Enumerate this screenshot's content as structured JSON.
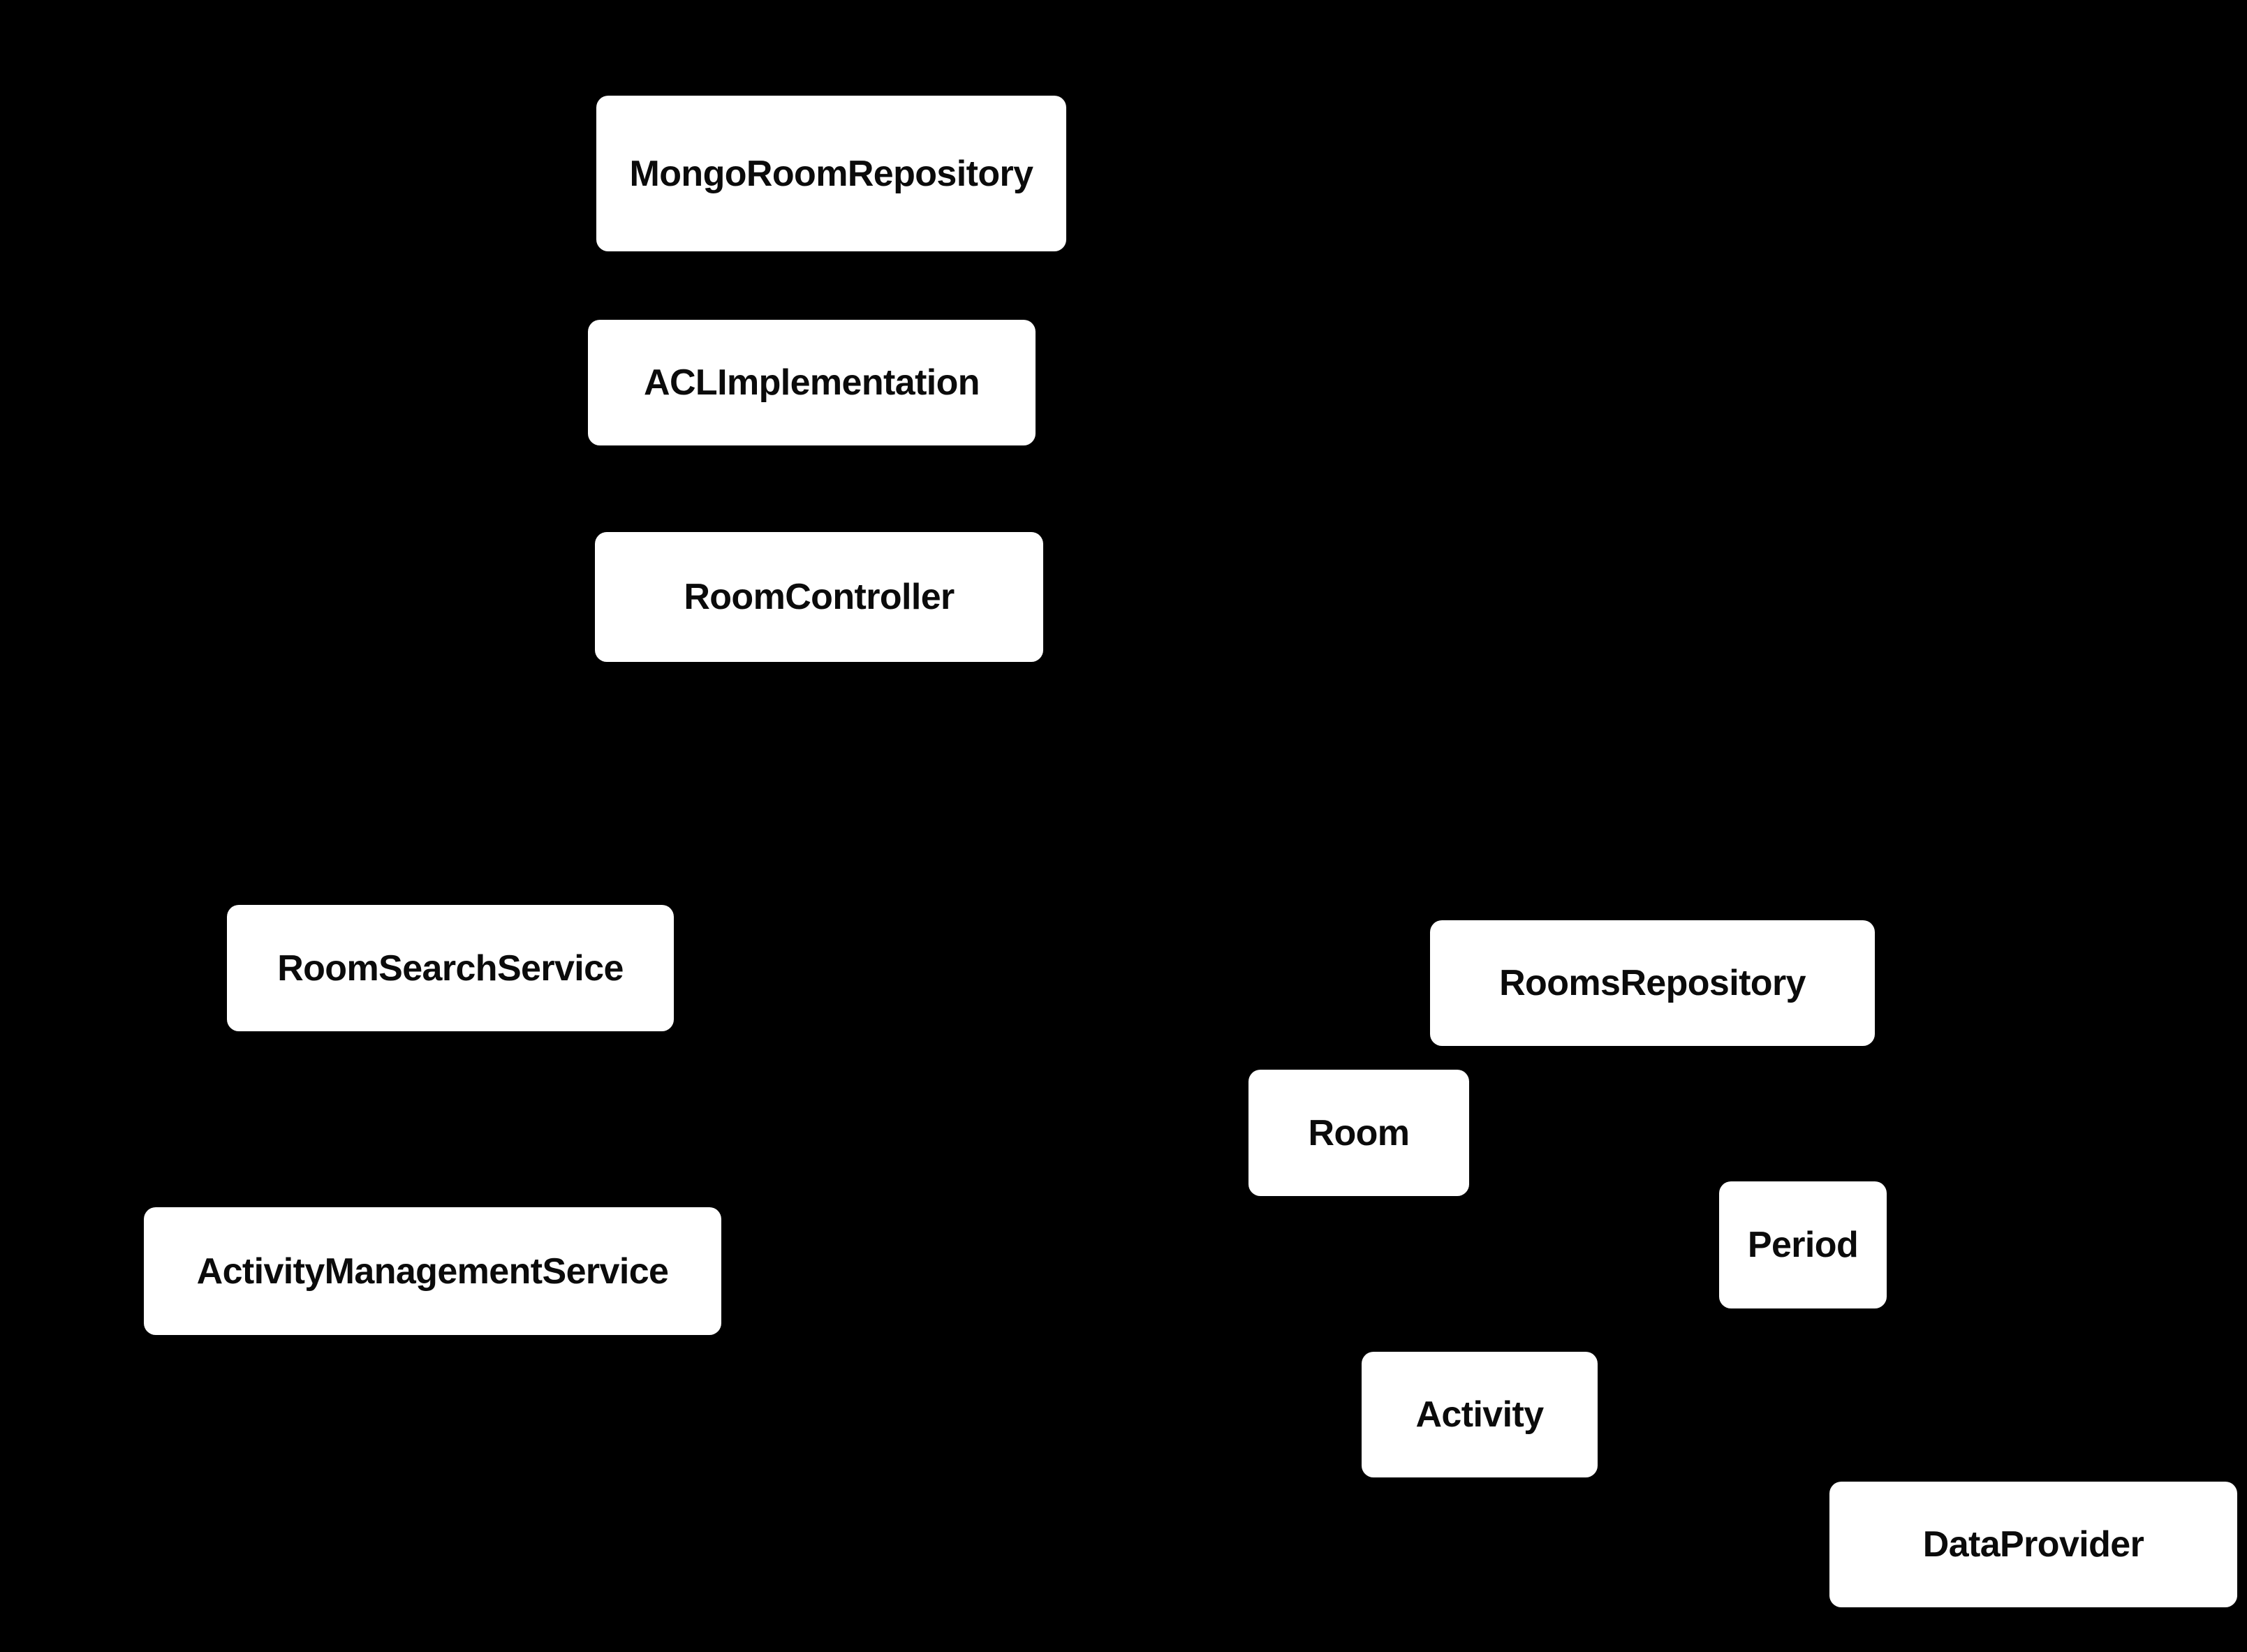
{
  "diagram": {
    "background_color": "#000000",
    "node_fill_color": "#ffffff",
    "node_text_color": "#0b0b0b",
    "nodes": [
      {
        "id": "mongo-room-repository",
        "label": "MongoRoomRepository"
      },
      {
        "id": "acl-implementation",
        "label": "ACLImplementation"
      },
      {
        "id": "room-controller",
        "label": "RoomController"
      },
      {
        "id": "room-search-service",
        "label": "RoomSearchService"
      },
      {
        "id": "activity-management-service",
        "label": "ActivityManagementService"
      },
      {
        "id": "rooms-repository",
        "label": "RoomsRepository"
      },
      {
        "id": "room",
        "label": "Room"
      },
      {
        "id": "period",
        "label": "Period"
      },
      {
        "id": "activity",
        "label": "Activity"
      },
      {
        "id": "data-provider",
        "label": "DataProvider"
      }
    ]
  }
}
